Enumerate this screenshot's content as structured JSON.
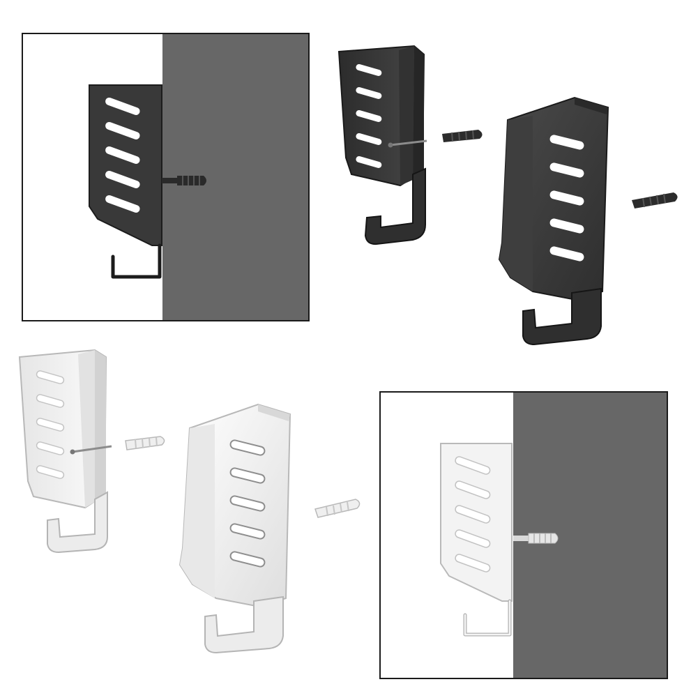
{
  "scene": {
    "colors": {
      "background": "#ffffff",
      "wall": "#676767",
      "frame": "#1a1a1a",
      "black_finish": "#3a3a3a",
      "black_edge": "#1e1e1e",
      "white_finish": "#f2f2f2",
      "white_edge": "#bdbdbd",
      "screw_metal": "#8c8c8c"
    },
    "variants": [
      {
        "finish": "black",
        "views": [
          "mounted-side",
          "exploded-back",
          "exploded-front"
        ]
      },
      {
        "finish": "white",
        "views": [
          "exploded-back",
          "exploded-front",
          "mounted-side"
        ]
      }
    ],
    "icons": [
      "hook-bracket",
      "wall-anchor",
      "screw"
    ]
  }
}
